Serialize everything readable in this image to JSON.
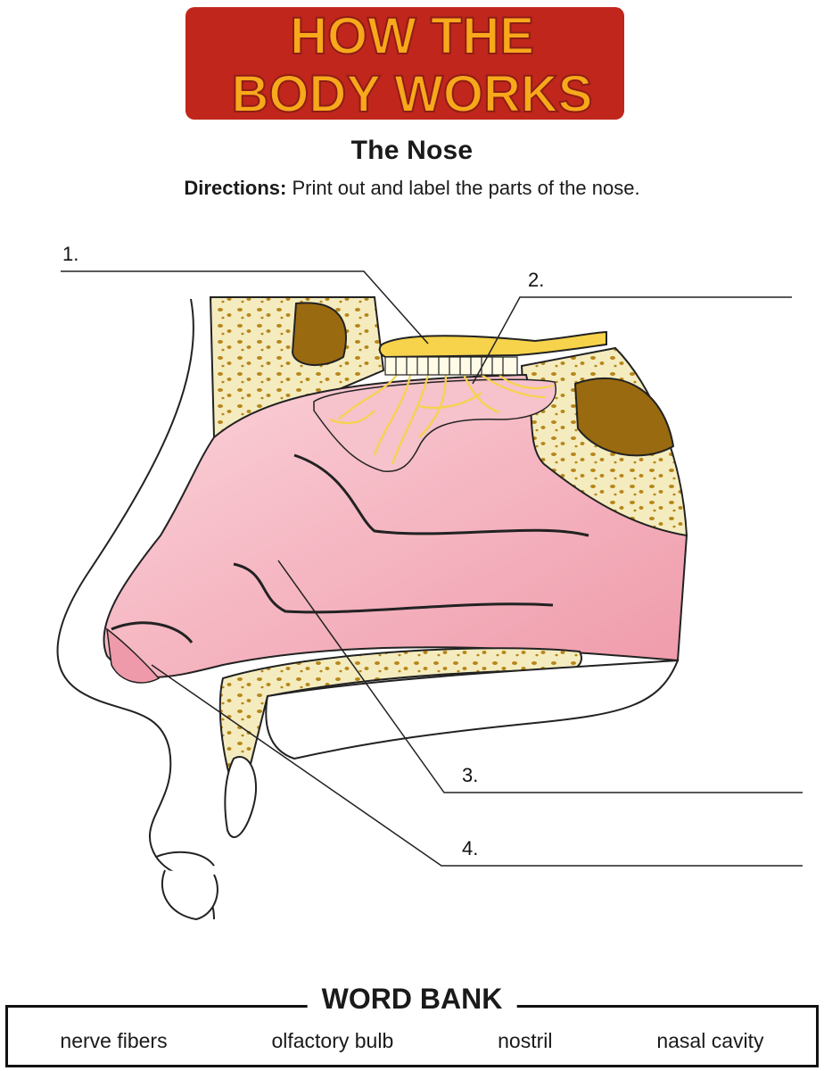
{
  "logo": {
    "line1": "HOW THE",
    "line2": "BODY WORKS"
  },
  "title": "The Nose",
  "directions": {
    "bold": "Directions:",
    "text": " Print out and label the parts of the nose."
  },
  "labels": [
    {
      "number": "1."
    },
    {
      "number": "2."
    },
    {
      "number": "3."
    },
    {
      "number": "4."
    }
  ],
  "word_bank": {
    "title": "WORD BANK",
    "words": [
      "nerve fibers",
      "olfactory bulb",
      "nostril",
      "nasal cavity"
    ]
  },
  "colors": {
    "logo_fill": "#f7a81b",
    "logo_outline": "#c0261c",
    "tissue_pink": "#f3a8b5",
    "bone_cream": "#f4ecbf",
    "bone_spots": "#b8861a",
    "sinus_brown": "#9a6a10",
    "nerve_yellow": "#f6d34a"
  }
}
